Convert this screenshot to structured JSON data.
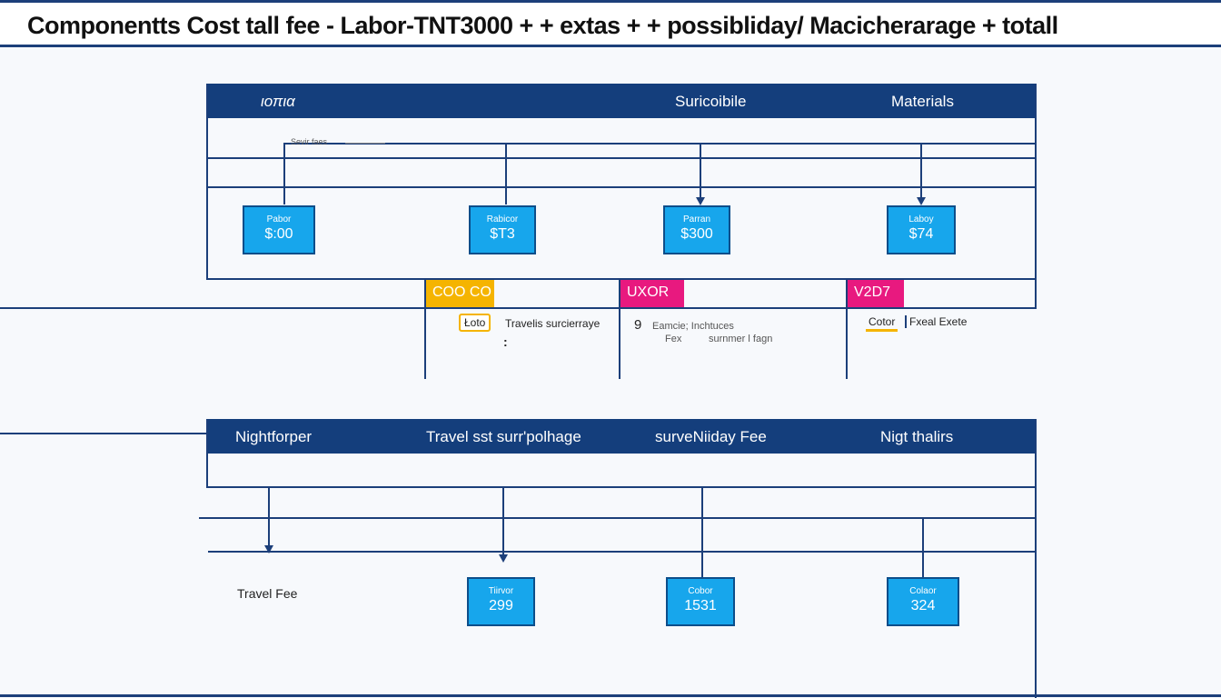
{
  "title": "Componentts Cost tall fee - Labor-TNT3000 + +  extas + + possibliday/ Macicherarage + totall",
  "top_panel": {
    "headers": [
      "ιοπια",
      "Suricoibile",
      "Materials"
    ],
    "series_label": "Sevir faes",
    "boxes": [
      {
        "label": "Pabor",
        "value": "$:00"
      },
      {
        "label": "Rabicor",
        "value": "$T3"
      },
      {
        "label": "Parran",
        "value": "$300"
      },
      {
        "label": "Laboy",
        "value": "$74"
      }
    ]
  },
  "middle": {
    "tags": [
      {
        "text": "COO CO",
        "color": "#f5b400"
      },
      {
        "text": "UXOR",
        "color": "#e8197f"
      },
      {
        "text": "V2D7",
        "color": "#e8197f"
      }
    ],
    "group1": {
      "badge": "Łoto",
      "text": "Travelis surcierraye",
      "dots": ":"
    },
    "group2": {
      "num": "9",
      "line1": "Eamcie;  Inchtuces",
      "line2_a": "Fex",
      "line2_b": "surnmer l fagn"
    },
    "group3": {
      "badge": "Cotor",
      "text": "Fxeal Exete"
    }
  },
  "bottom_panel": {
    "headers": [
      "Nightforper",
      "Travel sst surr'polhage",
      "surveNiiday Fee",
      "Nigt thalirs"
    ],
    "side_label": "Travel Fee",
    "boxes": [
      {
        "label": "Tiirvor",
        "value": "299"
      },
      {
        "label": "Cobor",
        "value": "1531"
      },
      {
        "label": "Colaor",
        "value": "324"
      }
    ]
  },
  "colors": {
    "navy": "#143e7c",
    "line": "#1c3f7a",
    "box_fill": "#17a6ec",
    "yellow": "#f5b400",
    "magenta": "#e8197f"
  }
}
